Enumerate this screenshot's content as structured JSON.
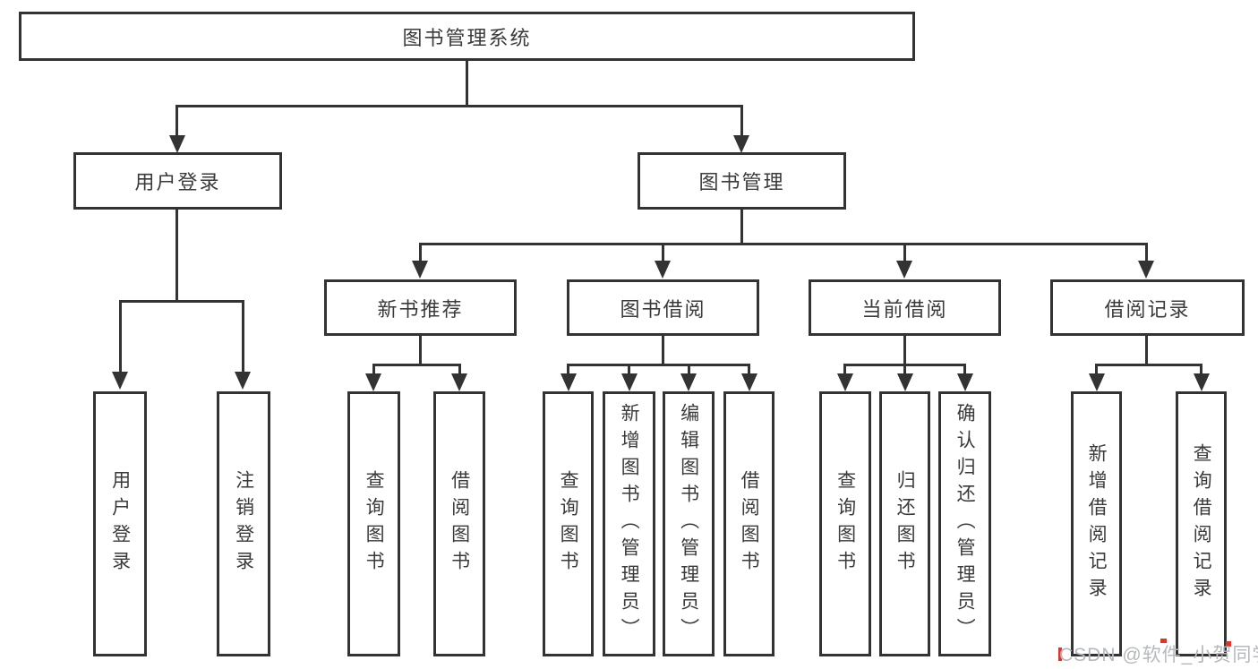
{
  "tree": {
    "root": {
      "label": "图书管理系统"
    },
    "user_login": {
      "label": "用户登录",
      "leaves": {
        "login": "用户登录",
        "logout": "注销登录"
      }
    },
    "book_mgmt": {
      "label": "图书管理",
      "new_book_rec": {
        "label": "新书推荐",
        "leaves": {
          "query_book": "查询图书",
          "borrow_book": "借阅图书"
        }
      },
      "book_borrow": {
        "label": "图书借阅",
        "leaves": {
          "query_book": "查询图书",
          "add_book": "新增图书（管理员）",
          "edit_book": "编辑图书（管理员）",
          "borrow_book": "借阅图书"
        }
      },
      "current_borrow": {
        "label": "当前借阅",
        "leaves": {
          "query_book": "查询图书",
          "return_book": "归还图书",
          "confirm_return": "确认归还（管理员）"
        }
      },
      "borrow_records": {
        "label": "借阅记录",
        "leaves": {
          "add_record": "新增借阅记录",
          "query_record": "查询借阅记录"
        }
      }
    }
  },
  "watermark": {
    "text": "CSDN @软件_小贺同学"
  },
  "colors": {
    "line": "#333333",
    "box_border": "#333333",
    "box_fill": "#ffffff",
    "text": "#3a3a3a",
    "watermark": "#b5b9bd",
    "watermark_accent": "#e0342b"
  }
}
